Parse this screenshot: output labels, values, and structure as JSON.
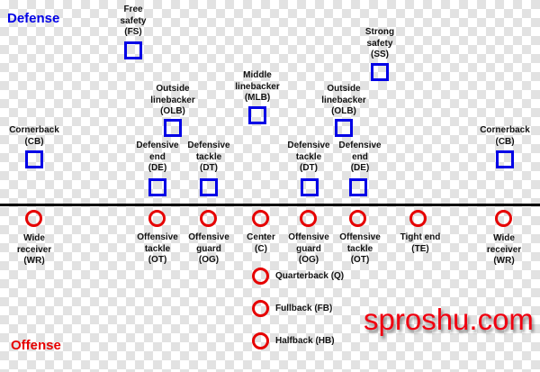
{
  "titles": {
    "defense": "Defense",
    "offense": "Offense"
  },
  "colors": {
    "defense": "#0000e6",
    "offense": "#e60000",
    "line": "#000000"
  },
  "watermark": "sproshu.com",
  "defense": [
    {
      "id": "fs",
      "label": "Free\nsafety\n(FS)"
    },
    {
      "id": "ss",
      "label": "Strong\nsafety\n(SS)"
    },
    {
      "id": "mlb",
      "label": "Middle\nlinebacker\n(MLB)"
    },
    {
      "id": "olb-left",
      "label": "Outside\nlinebacker\n(OLB)"
    },
    {
      "id": "olb-right",
      "label": "Outside\nlinebacker\n(OLB)"
    },
    {
      "id": "cb-left",
      "label": "Cornerback\n(CB)"
    },
    {
      "id": "cb-right",
      "label": "Cornerback\n(CB)"
    },
    {
      "id": "de-left",
      "label": "Defensive\nend\n(DE)"
    },
    {
      "id": "dt-left",
      "label": "Defensive\ntackle\n(DT)"
    },
    {
      "id": "dt-right",
      "label": "Defensive\ntackle\n(DT)"
    },
    {
      "id": "de-right",
      "label": "Defensive\nend\n(DE)"
    }
  ],
  "offense": [
    {
      "id": "wr-left",
      "label": "Wide\nreceiver\n(WR)"
    },
    {
      "id": "ot-left",
      "label": "Offensive\ntackle\n(OT)"
    },
    {
      "id": "og-left",
      "label": "Offensive\nguard\n(OG)"
    },
    {
      "id": "c",
      "label": "Center\n(C)"
    },
    {
      "id": "og-right",
      "label": "Offensive\nguard\n(OG)"
    },
    {
      "id": "ot-right",
      "label": "Offensive\ntackle\n(OT)"
    },
    {
      "id": "te",
      "label": "Tight end\n(TE)"
    },
    {
      "id": "wr-right",
      "label": "Wide\nreceiver\n(WR)"
    }
  ],
  "backfield": [
    {
      "id": "q",
      "label": "Quarterback (Q)"
    },
    {
      "id": "fb",
      "label": "Fullback (FB)"
    },
    {
      "id": "hb",
      "label": "Halfback (HB)"
    }
  ]
}
